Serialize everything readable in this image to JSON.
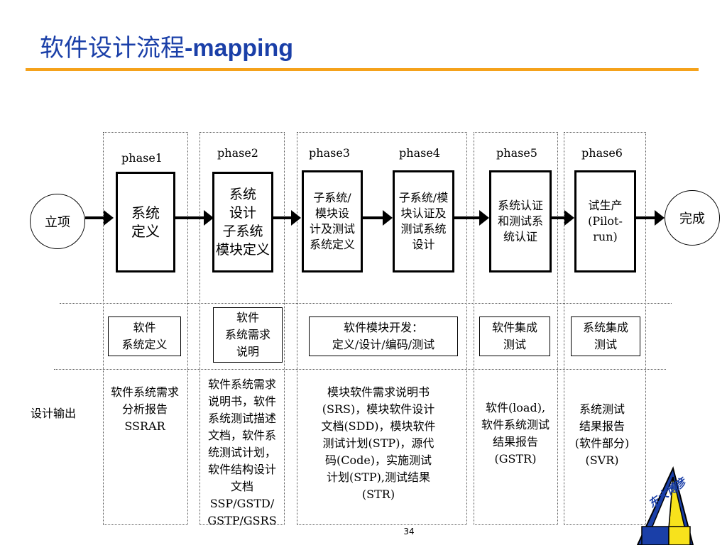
{
  "title": {
    "zh": "软件设计流程",
    "en": "-mapping"
  },
  "start": "立项",
  "end": "完成",
  "phases": [
    {
      "label": "phase1",
      "box": [
        "系统",
        "定义"
      ]
    },
    {
      "label": "phase2",
      "box": [
        "系统",
        "设计",
        "子系统",
        "模块定义"
      ]
    },
    {
      "label": "phase3",
      "box": [
        "子系统/",
        "模块设",
        "计及测试",
        "系统定义"
      ]
    },
    {
      "label": "phase4",
      "box": [
        "子系统/模",
        "块认证及",
        "测试系统",
        "设计"
      ]
    },
    {
      "label": "phase5",
      "box": [
        "系统认证",
        "和测试系",
        "统认证"
      ]
    },
    {
      "label": "phase6",
      "box": [
        "试生产",
        "(Pilot-run)"
      ]
    }
  ],
  "software_boxes": [
    [
      "软件",
      "系统定义"
    ],
    [
      "软件",
      "系统需求",
      "说明"
    ],
    [
      "软件模块开发：",
      "定义/设计/编码/测试"
    ],
    [
      "软件集成",
      "测试"
    ],
    [
      "系统集成",
      "测试"
    ]
  ],
  "output_label": "设计输出",
  "outputs": [
    [
      "软件系统需求",
      "分析报告",
      "SSRAR"
    ],
    [
      "软件系统需求",
      "说明书，软件",
      "系统测试描述",
      "文档，软件系",
      "统测试计划，",
      "软件结构设计",
      "文档",
      "SSP/GSTD/",
      "GSTP/GSRS"
    ],
    [
      "模块软件需求说明书",
      "(SRS)，模块软件设计",
      "文档(SDD)，模块软件",
      "测试计划(STP)，源代",
      "码(Code)，实施测试",
      "计划(STP),测试结果",
      "(STR)"
    ],
    [
      "软件(load),",
      "软件系统测试",
      "结果报告",
      "(GSTR)"
    ],
    [
      "系统测试",
      "结果报告",
      "(软件部分)",
      "(SVR)"
    ]
  ],
  "logo_text": "东大博彦",
  "page_number": "34"
}
